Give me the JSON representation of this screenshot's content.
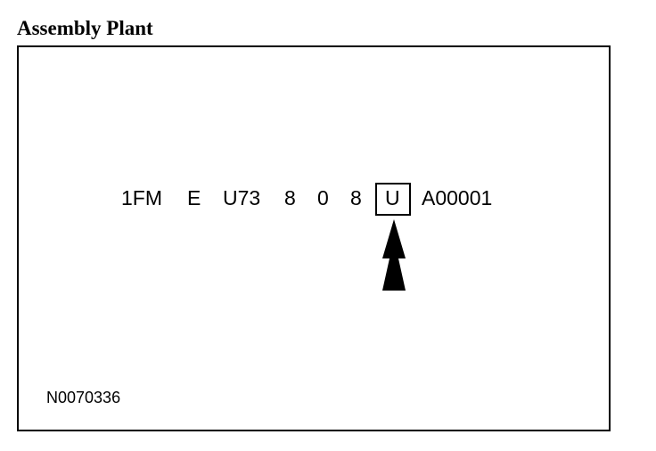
{
  "heading": "Assembly Plant",
  "vin_segments": [
    "1FM",
    "E",
    "U73",
    "8",
    "0",
    "8",
    "U",
    "A00001"
  ],
  "highlighted_segment_index": 6,
  "figure_id": "N0070336",
  "icons": {
    "pointer": "up-arrow-icon"
  },
  "colors": {
    "text": "#000000",
    "background": "#ffffff"
  }
}
